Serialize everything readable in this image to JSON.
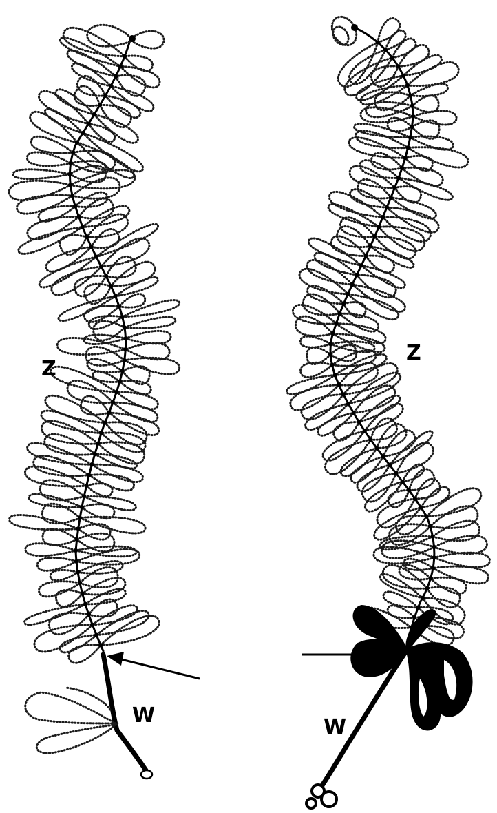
{
  "labels": {
    "left_z": "Z",
    "left_w": "W",
    "right_z": "Z",
    "right_w": "W"
  }
}
